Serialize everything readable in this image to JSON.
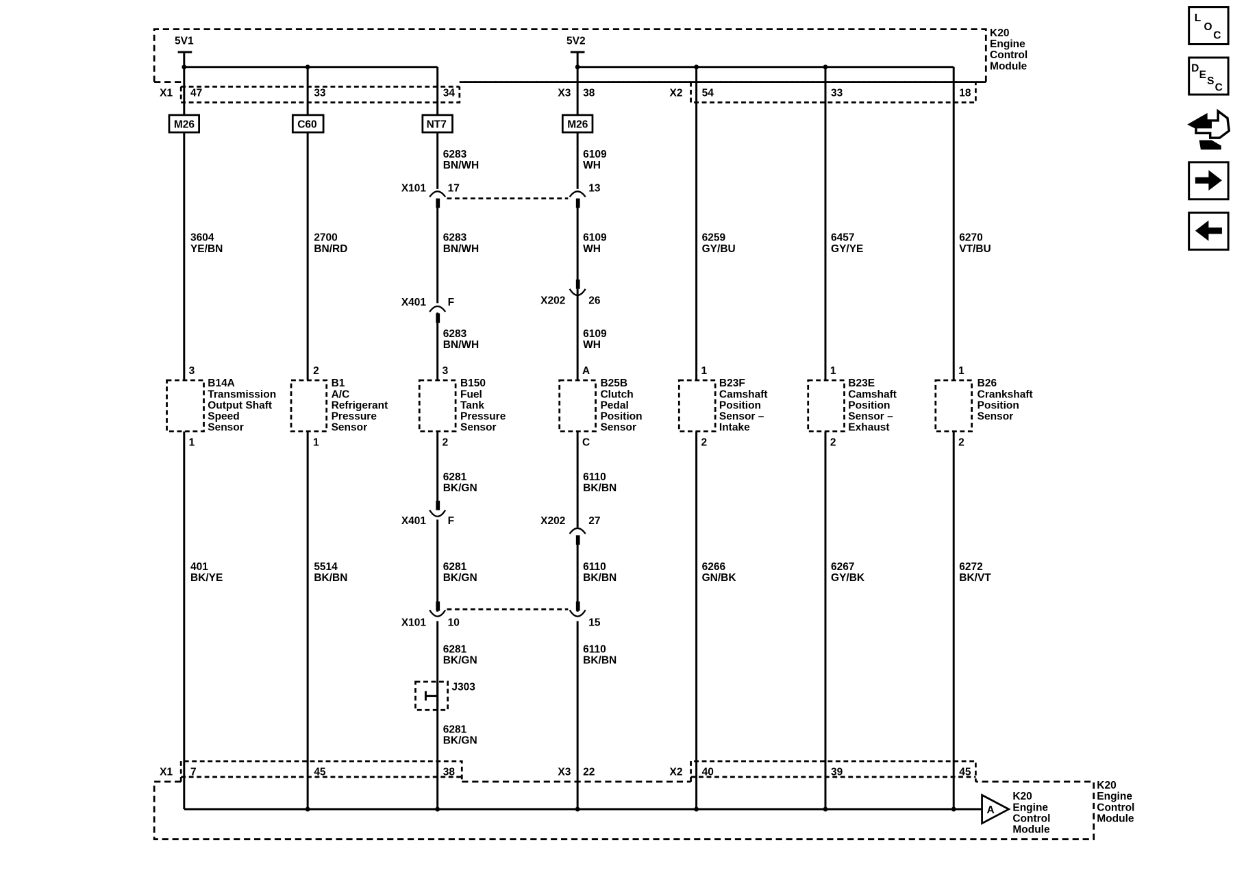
{
  "module": {
    "top_label": [
      "K20",
      "Engine",
      "Control",
      "Module"
    ],
    "bottom_label": [
      "K20",
      "Engine",
      "Control",
      "Module"
    ],
    "ref_label": [
      "K20",
      "Engine",
      "Control",
      "Module"
    ],
    "ref_letter": "A",
    "supply_1": "5V1",
    "supply_2": "5V2"
  },
  "connectors": {
    "top": {
      "x1": "X1",
      "x3": "X3",
      "x2": "X2"
    },
    "bottom": {
      "x1": "X1",
      "x3": "X3",
      "x2": "X2"
    }
  },
  "circuits": {
    "b14a": {
      "harness": "M26",
      "pin_top": "47",
      "pin_bottom": "7",
      "upper_wire": [
        "3604",
        "YE/BN"
      ],
      "lower_wire": [
        "401",
        "BK/YE"
      ],
      "pin_in": "3",
      "pin_out": "1",
      "sensor_id": "B14A",
      "sensor_name": [
        "Transmission",
        "Output Shaft",
        "Speed",
        "Sensor"
      ]
    },
    "b1": {
      "harness": "C60",
      "pin_top": "33",
      "pin_bottom": "45",
      "upper_wire": [
        "2700",
        "BN/RD"
      ],
      "lower_wire": [
        "5514",
        "BK/BN"
      ],
      "pin_in": "2",
      "pin_out": "1",
      "sensor_id": "B1",
      "sensor_name": [
        "A/C",
        "Refrigerant",
        "Pressure",
        "Sensor"
      ]
    },
    "b150": {
      "harness": "NT7",
      "pin_top": "34",
      "pin_bottom": "38",
      "wire_a": [
        "6283",
        "BN/WH"
      ],
      "wire_b": [
        "6283",
        "BN/WH"
      ],
      "wire_c": [
        "6283",
        "BN/WH"
      ],
      "wire_d": [
        "6281",
        "BK/GN"
      ],
      "wire_e": [
        "6281",
        "BK/GN"
      ],
      "wire_f": [
        "6281",
        "BK/GN"
      ],
      "wire_g": [
        "6281",
        "BK/GN"
      ],
      "x101_top_pin": "17",
      "x401_top_pin": "F",
      "x401_bottom_pin": "F",
      "x101_bottom_pin": "10",
      "pin_in": "3",
      "pin_out": "2",
      "splice": "J303",
      "sensor_id": "B150",
      "sensor_name": [
        "Fuel",
        "Tank",
        "Pressure",
        "Sensor"
      ]
    },
    "b25b": {
      "harness": "M26",
      "pin_top": "38",
      "pin_bottom": "22",
      "wire_a": [
        "6109",
        "WH"
      ],
      "wire_b": [
        "6109",
        "WH"
      ],
      "wire_c": [
        "6109",
        "WH"
      ],
      "wire_d": [
        "6110",
        "BK/BN"
      ],
      "wire_e": [
        "6110",
        "BK/BN"
      ],
      "wire_f": [
        "6110",
        "BK/BN"
      ],
      "x101_top_pin": "13",
      "x202_top_pin": "26",
      "x202_bottom_pin": "27",
      "x101_bottom_pin": "15",
      "pin_in": "A",
      "pin_out": "C",
      "sensor_id": "B25B",
      "sensor_name": [
        "Clutch",
        "Pedal",
        "Position",
        "Sensor"
      ]
    },
    "b23f": {
      "pin_top": "54",
      "pin_bottom": "40",
      "upper_wire": [
        "6259",
        "GY/BU"
      ],
      "lower_wire": [
        "6266",
        "GN/BK"
      ],
      "pin_in": "1",
      "pin_out": "2",
      "sensor_id": "B23F",
      "sensor_name": [
        "Camshaft",
        "Position",
        "Sensor –",
        "Intake"
      ]
    },
    "b23e": {
      "pin_top": "33",
      "pin_bottom": "39",
      "upper_wire": [
        "6457",
        "GY/YE"
      ],
      "lower_wire": [
        "6267",
        "GY/BK"
      ],
      "pin_in": "1",
      "pin_out": "2",
      "sensor_id": "B23E",
      "sensor_name": [
        "Camshaft",
        "Position",
        "Sensor –",
        "Exhaust"
      ]
    },
    "b26": {
      "pin_top": "18",
      "pin_bottom": "45",
      "upper_wire": [
        "6270",
        "VT/BU"
      ],
      "lower_wire": [
        "6272",
        "BK/VT"
      ],
      "pin_in": "1",
      "pin_out": "2",
      "sensor_id": "B26",
      "sensor_name": [
        "Crankshaft",
        "Position",
        "Sensor"
      ]
    }
  },
  "inline": {
    "x101": "X101",
    "x401": "X401",
    "x202": "X202"
  },
  "nav": {
    "loc": [
      "L",
      "O",
      "C"
    ],
    "desc": [
      "D",
      "E",
      "S",
      "C"
    ],
    "icons": [
      "connector-end-view-icon",
      "next-page-arrow-icon",
      "previous-page-arrow-icon"
    ]
  }
}
